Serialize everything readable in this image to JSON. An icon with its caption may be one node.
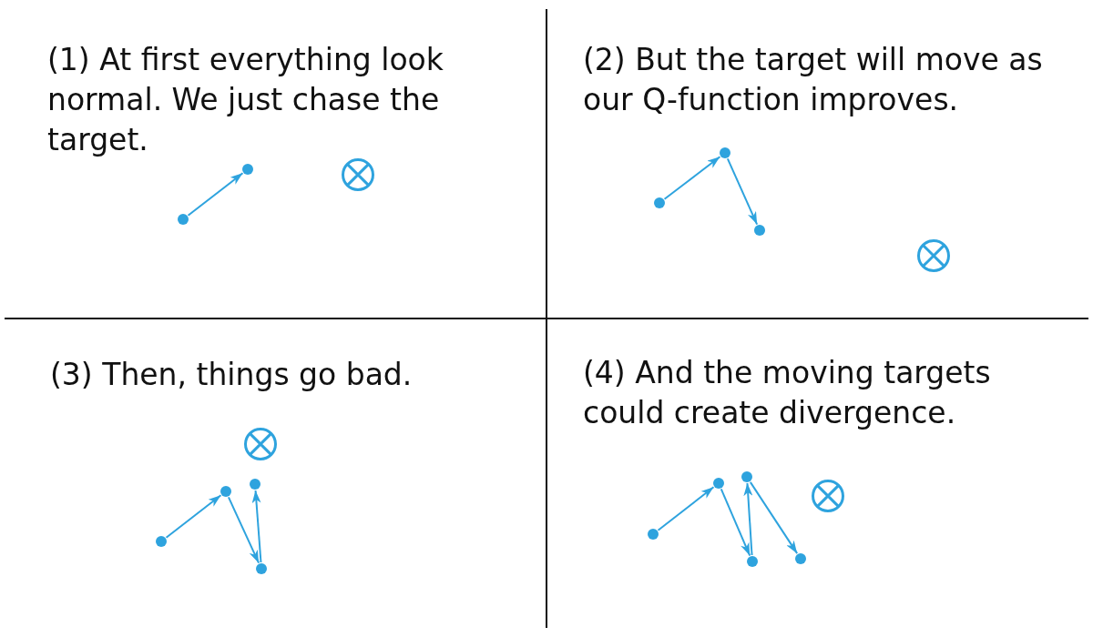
{
  "diagram": {
    "nodes": [
      {
        "text": [],
        "shape": "dot"
      },
      {
        "text": [],
        "shape": "dot"
      },
      {
        "text": [],
        "shape": "circle"
      },
      {
        "text": [],
        "shape": "dot"
      },
      {
        "text": [],
        "shape": "dot"
      },
      {
        "text": [],
        "shape": "dot"
      },
      {
        "text": [],
        "shape": "circle"
      },
      {
        "text": [],
        "shape": "circle"
      },
      {
        "text": [],
        "shape": "dot"
      },
      {
        "text": [],
        "shape": "dot"
      },
      {
        "text": [],
        "shape": "dot"
      },
      {
        "text": [],
        "shape": "dot"
      },
      {
        "text": [],
        "shape": "dot"
      },
      {
        "text": [],
        "shape": "dot"
      },
      {
        "text": [],
        "shape": "dot"
      },
      {
        "text": [],
        "shape": "dot"
      },
      {
        "text": [],
        "shape": "dot"
      },
      {
        "text": [],
        "shape": "circle"
      }
    ],
    "edges": [
      {
        "from": 0,
        "to": 1,
        "arrow": "to"
      },
      {
        "from": 3,
        "to": 4,
        "arrow": "to"
      },
      {
        "from": 4,
        "to": 5,
        "arrow": "to"
      },
      {
        "from": 8,
        "to": 9,
        "arrow": "to"
      },
      {
        "from": 9,
        "to": 11,
        "arrow": "to"
      },
      {
        "from": 11,
        "to": 10,
        "arrow": "to"
      },
      {
        "from": 12,
        "to": 13,
        "arrow": "to"
      },
      {
        "from": 13,
        "to": 15,
        "arrow": "to"
      },
      {
        "from": 15,
        "to": 14,
        "arrow": "to"
      },
      {
        "from": 14,
        "to": 16,
        "arrow": "to"
      }
    ],
    "labels": [
      "(1) At first everything look normal. We just chase the target.",
      "(2) But the target will move as our Q-function improves.",
      "(3) Then, things go bad.",
      "(4) And the moving targets could create divergence."
    ]
  }
}
